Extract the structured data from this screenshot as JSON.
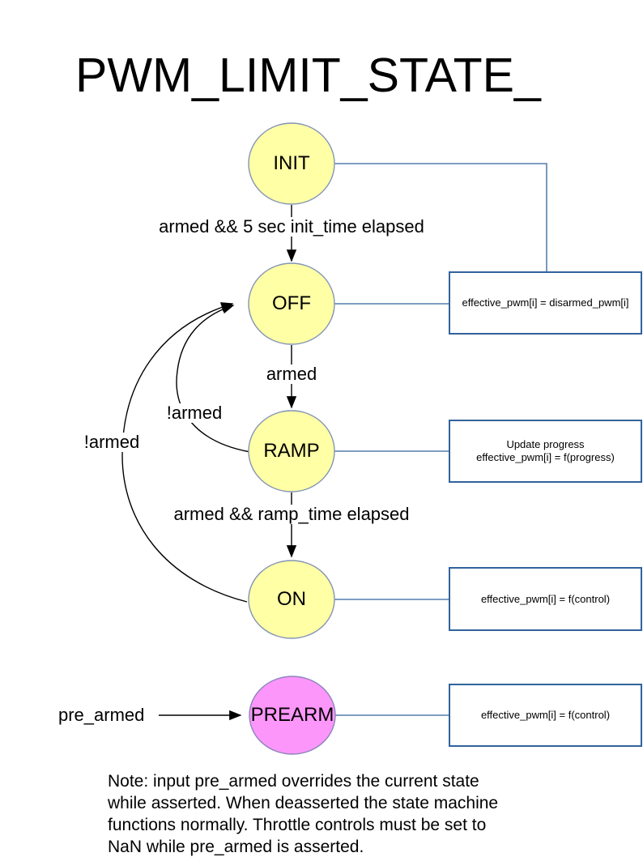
{
  "title": "PWM_LIMIT_STATE_",
  "colors": {
    "state_fill": "#FFFFA5",
    "prearm_fill": "#FC96FA",
    "state_border": "#8495B5",
    "prearm_border": "#8C85BC",
    "box_border": "#31639C",
    "connector_blue": "#4A70A0",
    "arrow_black": "#000000"
  },
  "states": [
    {
      "id": "init",
      "label": "INIT"
    },
    {
      "id": "off",
      "label": "OFF"
    },
    {
      "id": "ramp",
      "label": "RAMP"
    },
    {
      "id": "on",
      "label": "ON"
    },
    {
      "id": "prearm",
      "label": "PREARM"
    }
  ],
  "transitions": {
    "init_to_off": "armed && 5 sec init_time elapsed",
    "off_to_ramp": "armed",
    "ramp_to_on": "armed && ramp_time elapsed",
    "ramp_to_off": "!armed",
    "on_to_off": "!armed",
    "prearm_input": "pre_armed"
  },
  "actions": {
    "off": "effective_pwm[i] = disarmed_pwm[i]",
    "ramp_line1": "Update progress",
    "ramp_line2": "effective_pwm[i] = f(progress)",
    "on": "effective_pwm[i] = f(control)",
    "prearm": "effective_pwm[i] = f(control)"
  },
  "note": {
    "lines": [
      "Note: input pre_armed overrides the current state",
      "while asserted. When deasserted the state machine",
      "functions normally. Throttle controls must be set to",
      "NaN while pre_armed is asserted."
    ]
  }
}
